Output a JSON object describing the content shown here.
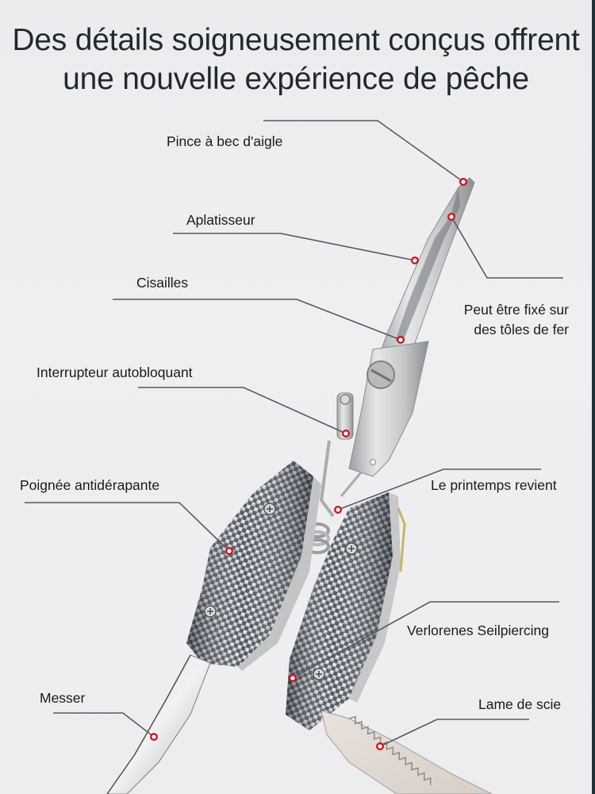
{
  "title": {
    "line1": "Des détails soigneusement conçus offrent",
    "line2": "une nouvelle expérience de pêche",
    "color": "#1f2a30"
  },
  "product": "fishing pliers multitool",
  "callouts": [
    {
      "id": "eagle-beak",
      "label": "Pince à bec d'aigle",
      "side": "left"
    },
    {
      "id": "flattener",
      "label": "Aplatisseur",
      "side": "left"
    },
    {
      "id": "shears",
      "label": "Cisailles",
      "side": "left"
    },
    {
      "id": "self-lock",
      "label": "Interrupteur autobloquant",
      "side": "left"
    },
    {
      "id": "grip",
      "label": "Poignée antidérapante",
      "side": "left"
    },
    {
      "id": "knife",
      "label": "Messer",
      "side": "left"
    },
    {
      "id": "sheet-iron",
      "label_line1": "Peut être fixé sur",
      "label_line2": "des tôles de fer",
      "side": "right"
    },
    {
      "id": "spring",
      "label": "Le printemps revient",
      "side": "right"
    },
    {
      "id": "rope-piercing",
      "label": "Verlorenes Seilpiercing",
      "side": "right"
    },
    {
      "id": "saw",
      "label": "Lame de scie",
      "side": "right"
    }
  ],
  "colors": {
    "marker_ring": "#d0141c",
    "leader_line": "#555a5e",
    "background": "#ededef",
    "steel": "#c9cacc",
    "carbon_dark": "#3a3f46"
  }
}
